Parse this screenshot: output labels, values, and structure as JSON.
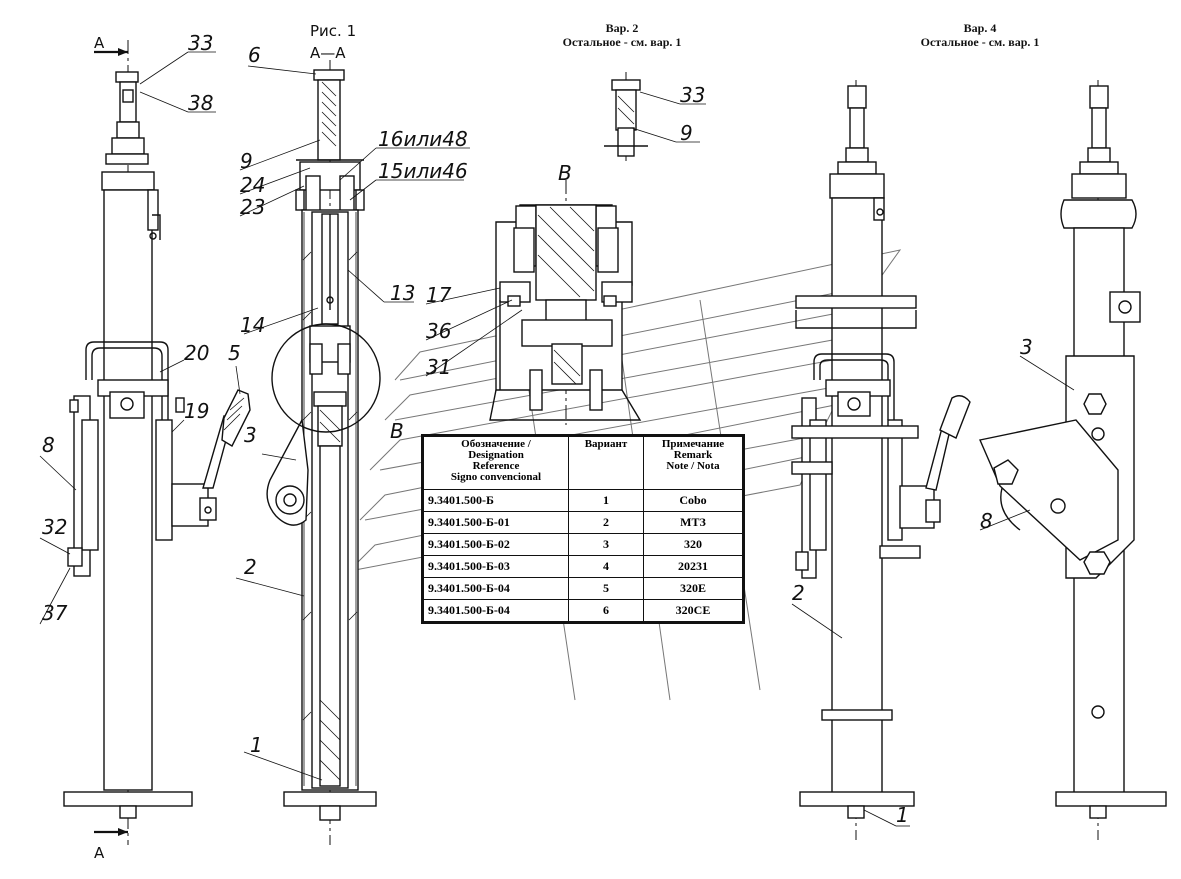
{
  "headers": {
    "fig1": "Рис. 1",
    "section": "А—А",
    "var2_title": "Вар. 2",
    "var2_sub": "Остальное - см. вар. 1",
    "var4_title": "Вар. 4",
    "var4_sub": "Остальное - см. вар. 1",
    "arrow_a": "А",
    "detail_b": "В"
  },
  "callouts": {
    "c33": "33",
    "c38": "38",
    "c6": "6",
    "c9": "9",
    "c24": "24",
    "c23": "23",
    "c16": "16или48",
    "c15": "15или46",
    "c13": "13",
    "c14": "14",
    "c17": "17",
    "c36": "36",
    "c31": "31",
    "c20": "20",
    "c5": "5",
    "c19": "19",
    "c3": "3",
    "c8": "8",
    "c32": "32",
    "c37": "37",
    "c2": "2",
    "c1": "1"
  },
  "table": {
    "headers": [
      "Обозначение /",
      "Designation",
      "Reference",
      "Signo convencional"
    ],
    "header_variant": "Вариант",
    "header_note": [
      "Примечание",
      "Remark",
      "Note / Nota"
    ],
    "rows": [
      {
        "designation": "9.3401.500-Б",
        "variant": "1",
        "note": "Cobo"
      },
      {
        "designation": "9.3401.500-Б-01",
        "variant": "2",
        "note": "МТЗ"
      },
      {
        "designation": "9.3401.500-Б-02",
        "variant": "3",
        "note": "320"
      },
      {
        "designation": "9.3401.500-Б-03",
        "variant": "4",
        "note": "20231"
      },
      {
        "designation": "9.3401.500-Б-04",
        "variant": "5",
        "note": "320E"
      },
      {
        "designation": "9.3401.500-Б-04",
        "variant": "6",
        "note": "320CE"
      }
    ]
  }
}
